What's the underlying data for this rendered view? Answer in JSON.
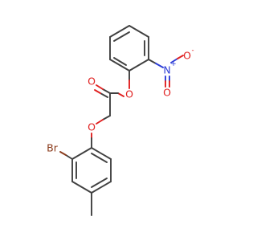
{
  "molecule": {
    "atoms": {
      "o_ester": "O",
      "o_carbonyl": "O",
      "o_ether": "O",
      "n_nitro": "N",
      "n_charge": "+",
      "o_nitro_top": "O",
      "o_nitro_top_charge": "-",
      "o_nitro_bottom": "O",
      "br": "Br"
    }
  },
  "colors": {
    "bond": "#404040",
    "oxygen": "#e02020",
    "nitrogen": "#2b3bd6",
    "bromine": "#8a3a1a",
    "background": "#ffffff"
  }
}
